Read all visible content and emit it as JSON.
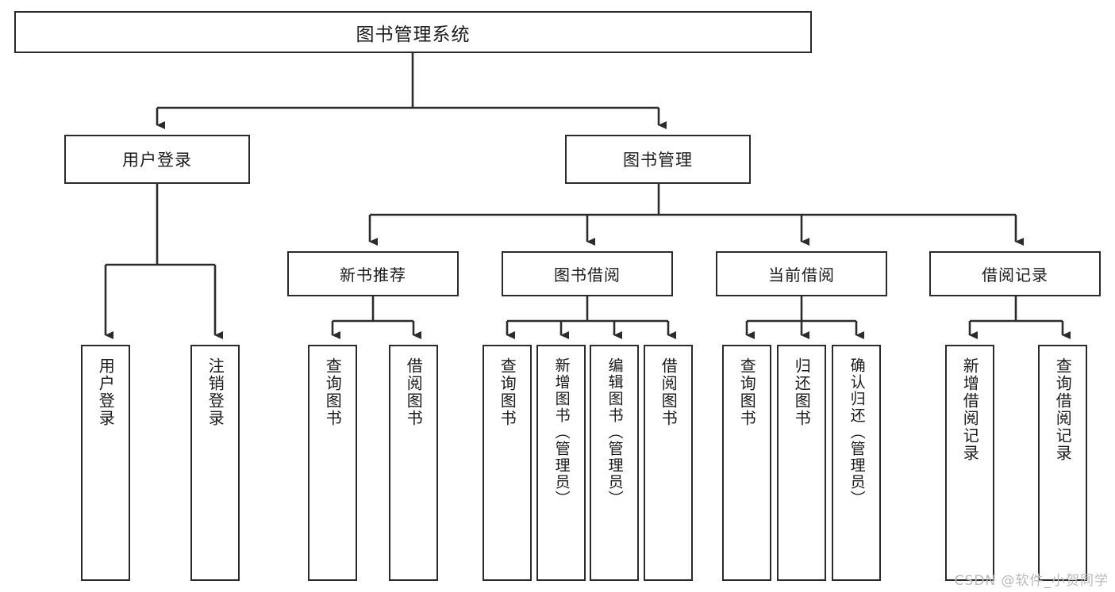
{
  "diagram": {
    "title": "图书管理系统",
    "type": "tree-hierarchy-diagram",
    "root": {
      "label": "图书管理系统"
    },
    "level1": [
      {
        "label": "用户登录"
      },
      {
        "label": "图书管理"
      }
    ],
    "level2": [
      {
        "label": "新书推荐"
      },
      {
        "label": "图书借阅"
      },
      {
        "label": "当前借阅"
      },
      {
        "label": "借阅记录"
      }
    ],
    "leaves": {
      "user_login": [
        {
          "label": "用户登录"
        },
        {
          "label": "注销登录"
        }
      ],
      "new_book_recommend": [
        {
          "label": "查询图书"
        },
        {
          "label": "借阅图书"
        }
      ],
      "book_borrow": [
        {
          "label": "查询图书"
        },
        {
          "label": "新增图书（管理员）"
        },
        {
          "label": "编辑图书（管理员）"
        },
        {
          "label": "借阅图书"
        }
      ],
      "current_borrow": [
        {
          "label": "查询图书"
        },
        {
          "label": "归还图书"
        },
        {
          "label": "确认归还（管理员）"
        }
      ],
      "borrow_records": [
        {
          "label": "新增借阅记录"
        },
        {
          "label": "查询借阅记录"
        }
      ]
    }
  },
  "watermark": {
    "text": "CSDN @软件_小贺同学"
  },
  "colors": {
    "box_border": "#2b2b2b",
    "box_fill": "#ffffff",
    "connector": "#2b2b2b",
    "text": "#1a1a1a",
    "watermark": "#b9b9b9"
  }
}
